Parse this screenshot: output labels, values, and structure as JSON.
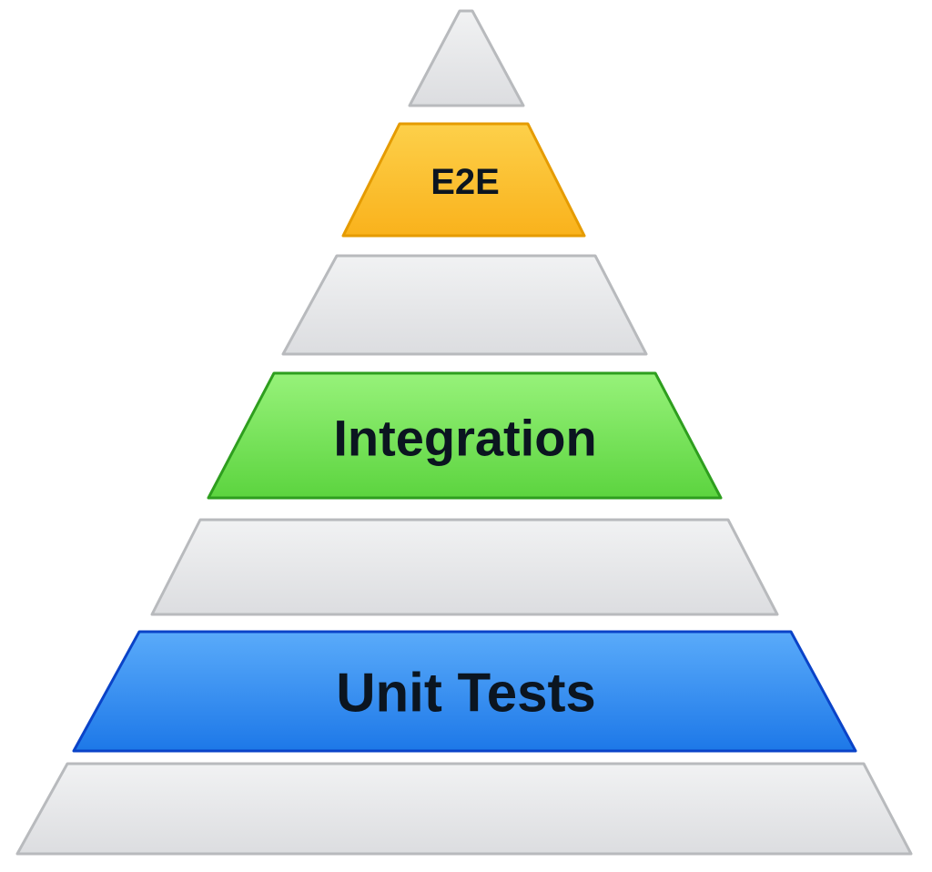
{
  "diagram": {
    "tiers": [
      {
        "label": "",
        "fill": "#e1e2e4",
        "stroke": "#b8babd"
      },
      {
        "label": "E2E",
        "fill": "#fbbd2d",
        "stroke": "#e59b00"
      },
      {
        "label": "",
        "fill": "#e1e2e4",
        "stroke": "#b8babd"
      },
      {
        "label": "Integration",
        "fill": "#72e257",
        "stroke": "#2e9e1e"
      },
      {
        "label": "",
        "fill": "#e1e2e4",
        "stroke": "#b8babd"
      },
      {
        "label": "Unit Tests",
        "fill": "#2f8df2",
        "stroke": "#0a43c8"
      },
      {
        "label": "",
        "fill": "#e1e2e4",
        "stroke": "#b8babd"
      }
    ]
  }
}
